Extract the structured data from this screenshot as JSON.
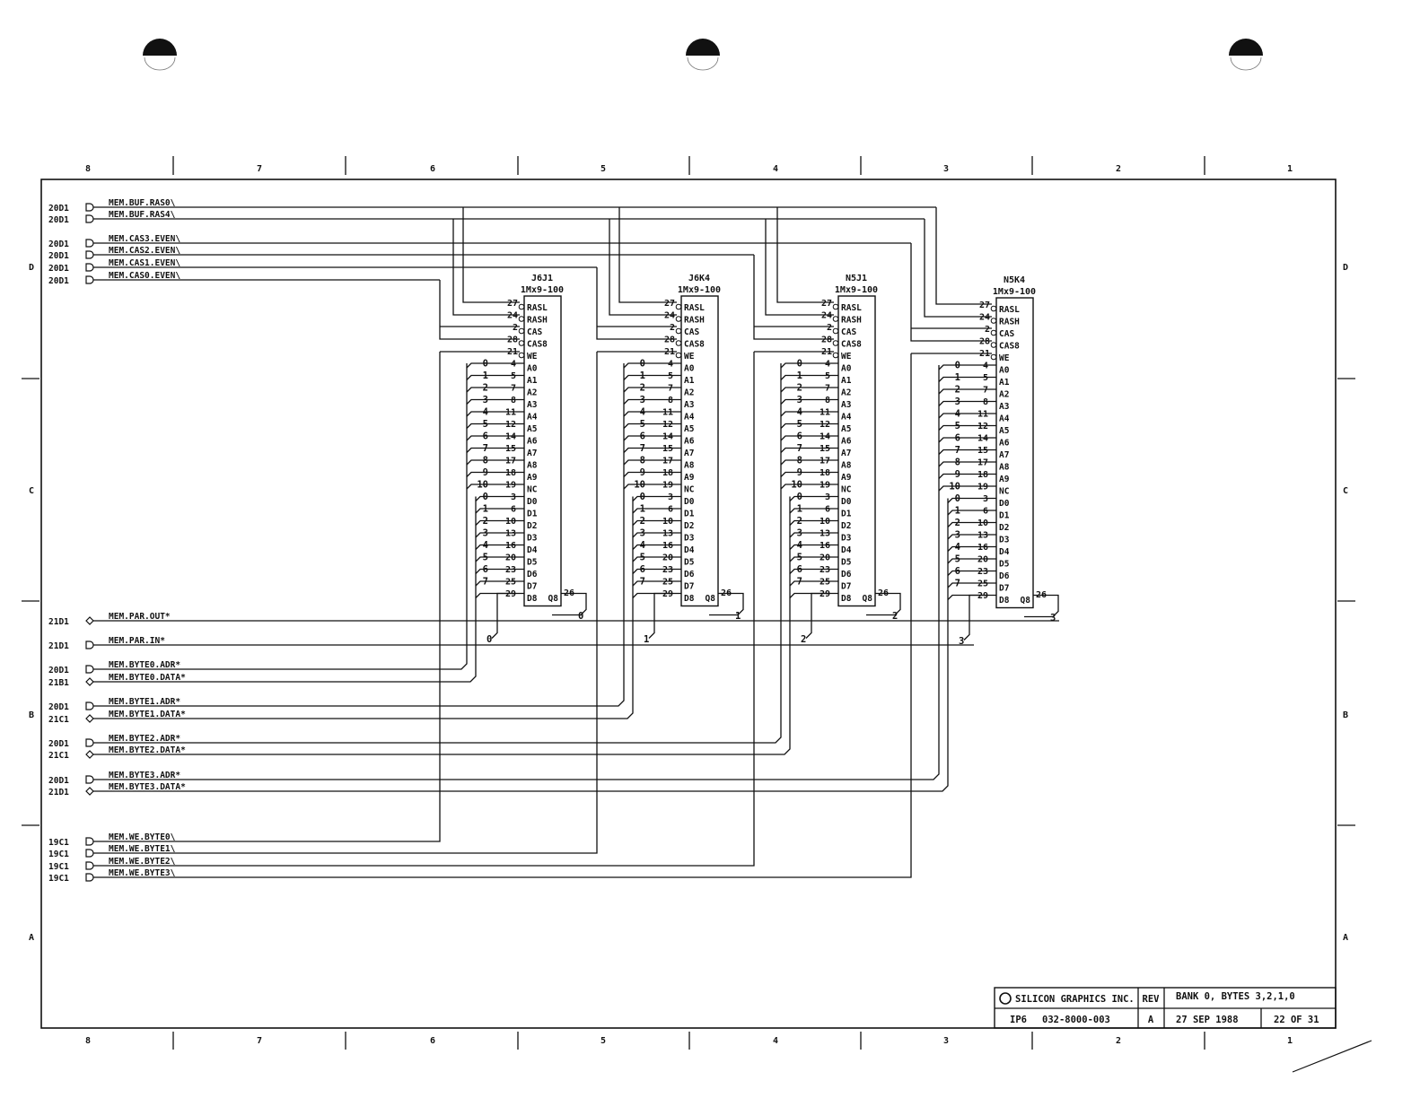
{
  "border": {
    "columns": [
      "8",
      "7",
      "6",
      "5",
      "4",
      "3",
      "2",
      "1"
    ],
    "rows": [
      "D",
      "C",
      "B",
      "A"
    ]
  },
  "signals": [
    {
      "ref": "20D1",
      "name": "MEM.BUF.RAS0\\",
      "conn": "in"
    },
    {
      "ref": "20D1",
      "name": "MEM.BUF.RAS4\\",
      "conn": "in"
    },
    {
      "ref": "20D1",
      "name": "MEM.CAS3.EVEN\\",
      "conn": "in"
    },
    {
      "ref": "20D1",
      "name": "MEM.CAS2.EVEN\\",
      "conn": "in"
    },
    {
      "ref": "20D1",
      "name": "MEM.CAS1.EVEN\\",
      "conn": "in"
    },
    {
      "ref": "20D1",
      "name": "MEM.CAS0.EVEN\\",
      "conn": "in"
    },
    {
      "ref": "21D1",
      "name": "MEM.PAR.OUT*",
      "conn": "bi"
    },
    {
      "ref": "21D1",
      "name": "MEM.PAR.IN*",
      "conn": "in"
    },
    {
      "ref": "20D1",
      "name": "MEM.BYTE0.ADR*",
      "conn": "in"
    },
    {
      "ref": "21B1",
      "name": "MEM.BYTE0.DATA*",
      "conn": "bi"
    },
    {
      "ref": "20D1",
      "name": "MEM.BYTE1.ADR*",
      "conn": "in"
    },
    {
      "ref": "21C1",
      "name": "MEM.BYTE1.DATA*",
      "conn": "bi"
    },
    {
      "ref": "20D1",
      "name": "MEM.BYTE2.ADR*",
      "conn": "in"
    },
    {
      "ref": "21C1",
      "name": "MEM.BYTE2.DATA*",
      "conn": "bi"
    },
    {
      "ref": "20D1",
      "name": "MEM.BYTE3.ADR*",
      "conn": "in"
    },
    {
      "ref": "21D1",
      "name": "MEM.BYTE3.DATA*",
      "conn": "bi"
    },
    {
      "ref": "19C1",
      "name": "MEM.WE.BYTE0\\",
      "conn": "in"
    },
    {
      "ref": "19C1",
      "name": "MEM.WE.BYTE1\\",
      "conn": "in"
    },
    {
      "ref": "19C1",
      "name": "MEM.WE.BYTE2\\",
      "conn": "in"
    },
    {
      "ref": "19C1",
      "name": "MEM.WE.BYTE3\\",
      "conn": "in"
    }
  ],
  "chips": [
    {
      "ref": "J6J1",
      "type": "1Mx9-100",
      "parity_index": "0"
    },
    {
      "ref": "J6K4",
      "type": "1Mx9-100",
      "parity_index": "1"
    },
    {
      "ref": "N5J1",
      "type": "1Mx9-100",
      "parity_index": "2"
    },
    {
      "ref": "N5K4",
      "type": "1Mx9-100",
      "parity_index": "3"
    }
  ],
  "control_pins": [
    {
      "num": "27",
      "name": "RASL"
    },
    {
      "num": "24",
      "name": "RASH"
    },
    {
      "num": "2",
      "name": "CAS"
    },
    {
      "num": "28",
      "name": "CAS8"
    },
    {
      "num": "21",
      "name": "WE"
    }
  ],
  "address_pins": [
    {
      "bit": "0",
      "num": "4",
      "name": "A0"
    },
    {
      "bit": "1",
      "num": "5",
      "name": "A1"
    },
    {
      "bit": "2",
      "num": "7",
      "name": "A2"
    },
    {
      "bit": "3",
      "num": "8",
      "name": "A3"
    },
    {
      "bit": "4",
      "num": "11",
      "name": "A4"
    },
    {
      "bit": "5",
      "num": "12",
      "name": "A5"
    },
    {
      "bit": "6",
      "num": "14",
      "name": "A6"
    },
    {
      "bit": "7",
      "num": "15",
      "name": "A7"
    },
    {
      "bit": "8",
      "num": "17",
      "name": "A8"
    },
    {
      "bit": "9",
      "num": "18",
      "name": "A9"
    },
    {
      "bit": "10",
      "num": "19",
      "name": "NC"
    }
  ],
  "data_pins": [
    {
      "bit": "0",
      "num": "3",
      "name": "D0"
    },
    {
      "bit": "1",
      "num": "6",
      "name": "D1"
    },
    {
      "bit": "2",
      "num": "10",
      "name": "D2"
    },
    {
      "bit": "3",
      "num": "13",
      "name": "D3"
    },
    {
      "bit": "4",
      "num": "16",
      "name": "D4"
    },
    {
      "bit": "5",
      "num": "20",
      "name": "D5"
    },
    {
      "bit": "6",
      "num": "23",
      "name": "D6"
    },
    {
      "bit": "7",
      "num": "25",
      "name": "D7"
    },
    {
      "bit": "",
      "num": "29",
      "name": "D8"
    }
  ],
  "q8_pin": {
    "num": "26",
    "name": "Q8"
  },
  "title_block": {
    "company": "SILICON GRAPHICS INC.",
    "rev_label": "REV",
    "title": "BANK 0, BYTES 3,2,1,0",
    "project": "IP6",
    "drawing_no": "032-8000-003",
    "rev": "A",
    "date": "27 SEP 1988",
    "sheet": "22 OF 31"
  }
}
